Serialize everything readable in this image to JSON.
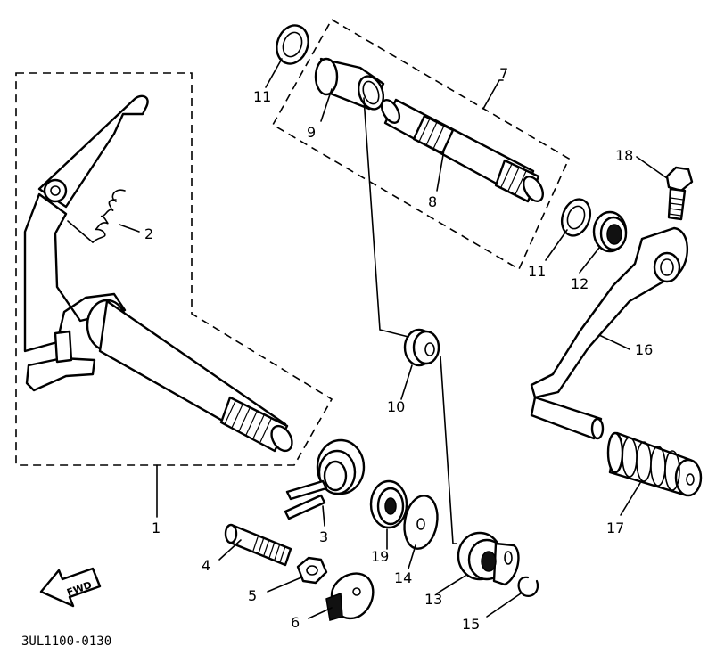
{
  "diagram": {
    "part_numbers": {
      "p1": "1",
      "p2": "2",
      "p3": "3",
      "p4": "4",
      "p5": "5",
      "p6": "6",
      "p7": "7",
      "p8": "8",
      "p9": "9",
      "p10": "10",
      "p11a": "11",
      "p11b": "11",
      "p12": "12",
      "p13": "13",
      "p14": "14",
      "p15": "15",
      "p16": "16",
      "p17": "17",
      "p18": "18",
      "p19": "19"
    },
    "fwd_label": "FWD",
    "catalog_code": "3UL1100-0130"
  }
}
